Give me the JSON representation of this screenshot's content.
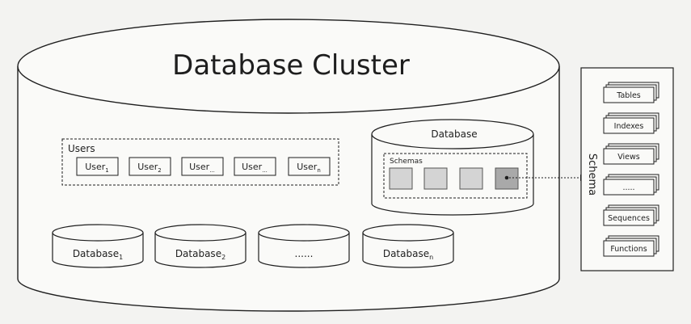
{
  "cluster": {
    "title": "Database Cluster"
  },
  "users": {
    "label": "Users",
    "items": [
      {
        "base": "User",
        "sub": "1"
      },
      {
        "base": "User",
        "sub": "2"
      },
      {
        "base": "User",
        "sub": "..."
      },
      {
        "base": "User",
        "sub": "..."
      },
      {
        "base": "User",
        "sub": "n"
      }
    ]
  },
  "database": {
    "label": "Database",
    "schemas_label": "Schemas"
  },
  "databases": [
    {
      "base": "Database",
      "sub": "1"
    },
    {
      "base": "Database",
      "sub": "2"
    },
    {
      "base": "......",
      "sub": ""
    },
    {
      "base": "Database",
      "sub": "n"
    }
  ],
  "schema_panel": {
    "label": "Schema",
    "items": [
      "Tables",
      "Indexes",
      "Views",
      ".....",
      "Sequences",
      "Functions"
    ]
  },
  "colors": {
    "line": "#1e1e1e",
    "schema_fill": "#d4d4d4",
    "schema_selected": "#a9a9a9",
    "background": "#f3f3f1"
  }
}
